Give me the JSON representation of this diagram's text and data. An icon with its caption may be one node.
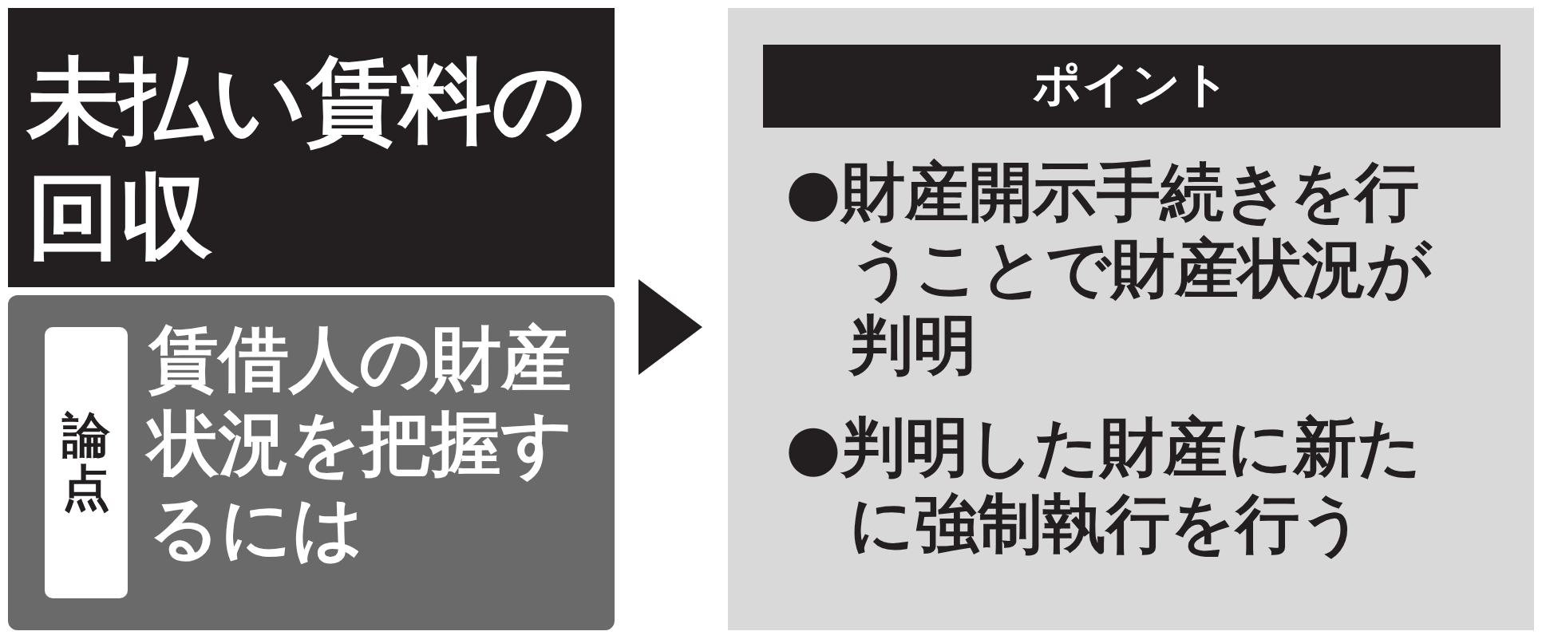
{
  "diagram": {
    "nodes": [
      {
        "text": [
          "未払い賃料の回収"
        ]
      },
      {
        "text": [
          "賃借人の財産状況を把握するには"
        ]
      },
      {
        "text": [
          "論点"
        ],
        "in": 1
      },
      {
        "text": [
          "●財産開示手続きを行うことで財産状況が判明",
          "●判明した財産に新たに強制執行を行う"
        ]
      },
      {
        "text": [
          "ポイント"
        ],
        "in": 3
      }
    ],
    "edges": [
      {
        "from": 1,
        "to": 3,
        "arrow": "to"
      }
    ]
  }
}
